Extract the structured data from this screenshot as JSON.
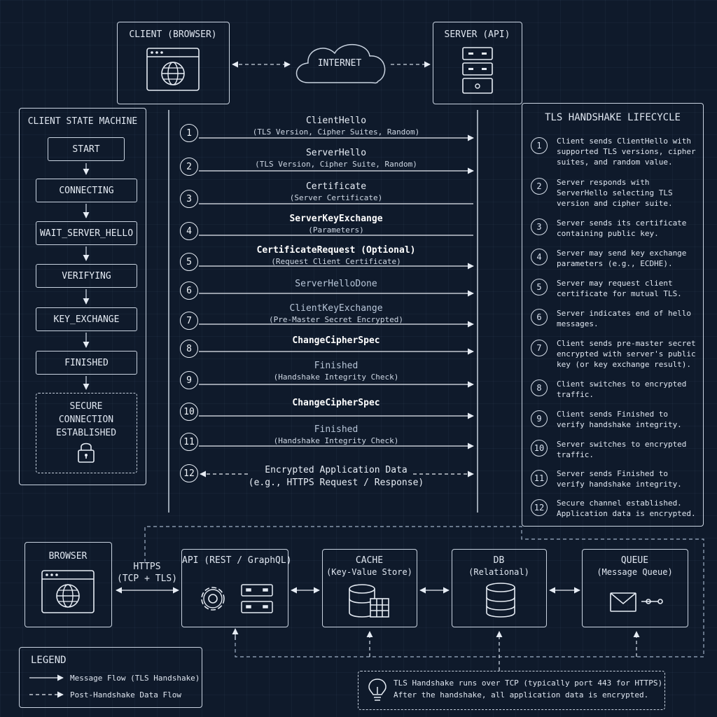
{
  "top": {
    "client_label": "CLIENT (BROWSER)",
    "server_label": "SERVER (API)",
    "internet_label": "INTERNET"
  },
  "state_machine": {
    "title": "CLIENT STATE MACHINE",
    "states": [
      "START",
      "CONNECTING",
      "WAIT_SERVER_HELLO",
      "VERIFYING",
      "KEY_EXCHANGE",
      "FINISHED"
    ],
    "final_state": [
      "SECURE",
      "CONNECTION",
      "ESTABLISHED"
    ]
  },
  "messages": [
    {
      "n": "1",
      "name": "ClientHello",
      "detail": "(TLS Version, Cipher Suites, Random)",
      "dir": "right"
    },
    {
      "n": "2",
      "name": "ServerHello",
      "detail": "(TLS Version, Cipher Suite, Random)",
      "dir": "right"
    },
    {
      "n": "3",
      "name": "Certificate",
      "detail": "(Server Certificate)",
      "dir": "left"
    },
    {
      "n": "4",
      "name": "ServerKeyExchange",
      "detail": "(Parameters)",
      "dir": "left"
    },
    {
      "n": "5",
      "name": "CertificateRequest (Optional)",
      "detail": "(Request Client Certificate)",
      "dir": "right"
    },
    {
      "n": "6",
      "name": "ServerHelloDone",
      "detail": "",
      "dir": "right"
    },
    {
      "n": "7",
      "name": "ClientKeyExchange",
      "detail": "(Pre-Master Secret Encrypted)",
      "dir": "right"
    },
    {
      "n": "8",
      "name": "ChangeCipherSpec",
      "detail": "",
      "dir": "right"
    },
    {
      "n": "9",
      "name": "Finished",
      "detail": "(Handshake Integrity Check)",
      "dir": "right"
    },
    {
      "n": "10",
      "name": "ChangeCipherSpec",
      "detail": "",
      "dir": "right"
    },
    {
      "n": "11",
      "name": "Finished",
      "detail": "(Handshake Integrity Check)",
      "dir": "right"
    },
    {
      "n": "12",
      "name": "Encrypted Application Data",
      "detail": "(e.g., HTTPS Request / Response)",
      "dir": "both"
    }
  ],
  "lifecycle": {
    "title": "TLS HANDSHAKE LIFECYCLE",
    "steps": [
      {
        "n": "1",
        "text": "Client sends ClientHello with supported TLS versions, cipher suites, and random value."
      },
      {
        "n": "2",
        "text": "Server responds with ServerHello selecting TLS version and cipher suite."
      },
      {
        "n": "3",
        "text": "Server sends its certificate containing public key."
      },
      {
        "n": "4",
        "text": "Server may send key exchange parameters (e.g., ECDHE)."
      },
      {
        "n": "5",
        "text": "Server may request client certificate for mutual TLS."
      },
      {
        "n": "6",
        "text": "Server indicates end of hello messages."
      },
      {
        "n": "7",
        "text": "Client sends pre-master secret encrypted with server's public key (or key exchange result)."
      },
      {
        "n": "8",
        "text": "Client switches to encrypted traffic."
      },
      {
        "n": "9",
        "text": "Client sends Finished to verify handshake integrity."
      },
      {
        "n": "10",
        "text": "Server switches to encrypted traffic."
      },
      {
        "n": "11",
        "text": "Server sends Finished to verify handshake integrity."
      },
      {
        "n": "12",
        "text": "Secure channel established. Application data is encrypted."
      }
    ]
  },
  "architecture": {
    "browser": "BROWSER",
    "https_label": "HTTPS",
    "https_sub": "(TCP + TLS)",
    "api": "API (REST / GraphQL)",
    "cache": "CACHE",
    "cache_sub": "(Key-Value Store)",
    "db": "DB",
    "db_sub": "(Relational)",
    "queue": "QUEUE",
    "queue_sub": "(Message Queue)"
  },
  "legend": {
    "title": "LEGEND",
    "solid": "Message Flow (TLS Handshake)",
    "dashed": "Post-Handshake Data Flow"
  },
  "note": {
    "line1": "TLS Handshake runs over TCP (typically port 443 for HTTPS).",
    "line2": "After the handshake, all application data is encrypted."
  }
}
